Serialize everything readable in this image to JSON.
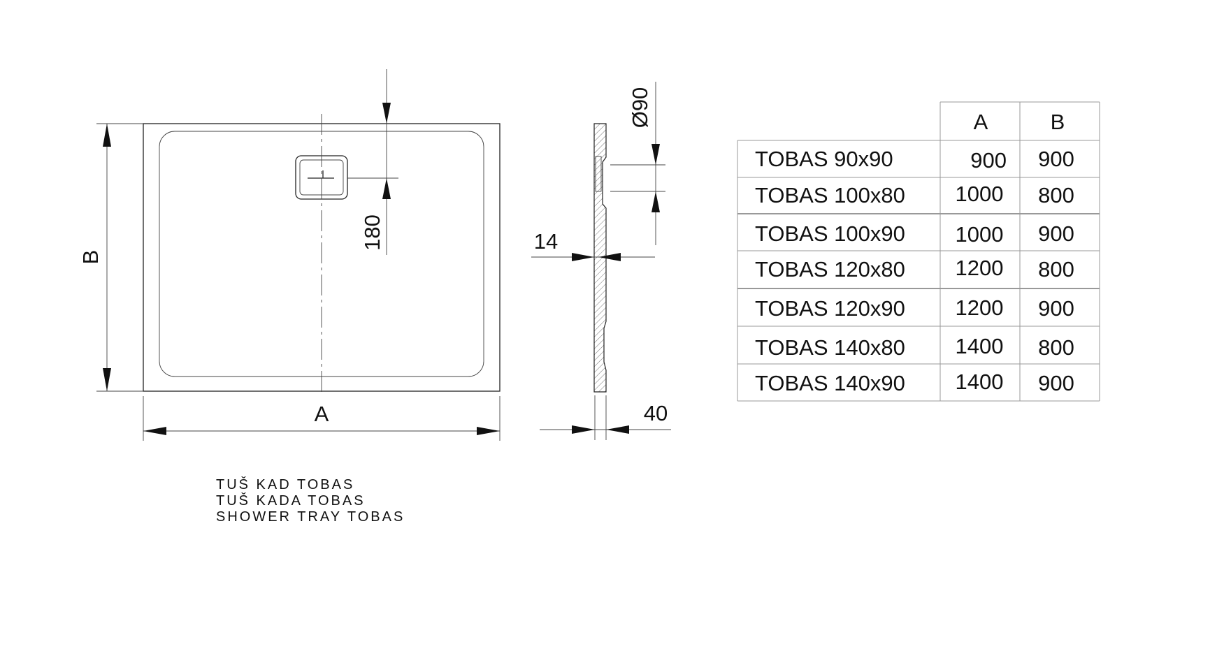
{
  "drawing": {
    "plan_view": {
      "width_label": "A",
      "depth_label": "B",
      "drain_offset": "180"
    },
    "section_view": {
      "drain_diameter": "Ø90",
      "edge_thickness": "14",
      "height": "40"
    }
  },
  "table": {
    "headers": [
      "",
      "A",
      "B"
    ],
    "rows": [
      {
        "model": "TOBAS 90x90",
        "a": "900",
        "b": "900"
      },
      {
        "model": "TOBAS 100x80",
        "a": "1000",
        "b": "800"
      },
      {
        "model": "TOBAS 100x90",
        "a": "1000",
        "b": "900"
      },
      {
        "model": "TOBAS 120x80",
        "a": "1200",
        "b": "800"
      },
      {
        "model": "TOBAS 120x90",
        "a": "1200",
        "b": "900"
      },
      {
        "model": "TOBAS 140x80",
        "a": "1400",
        "b": "800"
      },
      {
        "model": "TOBAS 140x90",
        "a": "1400",
        "b": "900"
      }
    ]
  },
  "caption": [
    "TUŠ KAD TOBAS",
    "TUŠ KADA TOBAS",
    "SHOWER TRAY TOBAS"
  ]
}
